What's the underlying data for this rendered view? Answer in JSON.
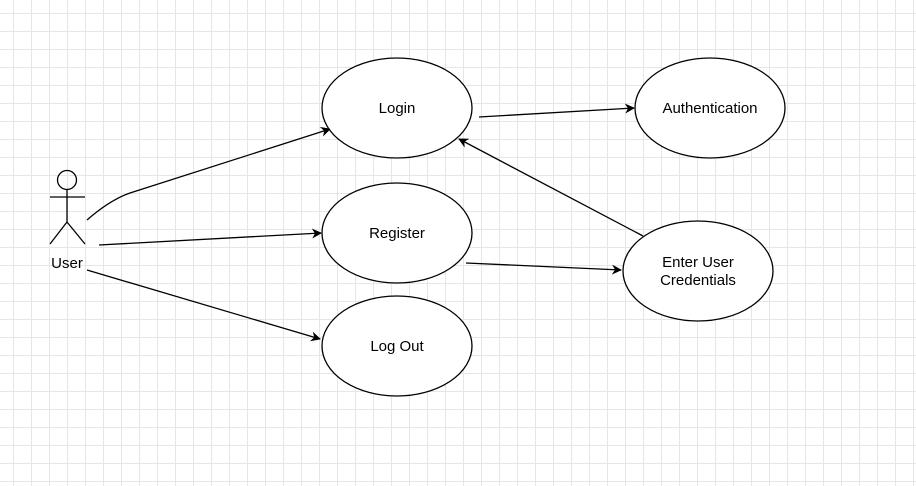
{
  "diagram": {
    "type": "use-case",
    "actor": {
      "label": "User"
    },
    "use_cases": {
      "login": "Login",
      "authentication": "Authentication",
      "register": "Register",
      "log_out": "Log Out",
      "credentials_line1": "Enter User",
      "credentials_line2": "Credentials"
    },
    "relations": [
      {
        "from": "User",
        "to": "Login"
      },
      {
        "from": "User",
        "to": "Register"
      },
      {
        "from": "User",
        "to": "Log Out"
      },
      {
        "from": "Login",
        "to": "Authentication"
      },
      {
        "from": "Register",
        "to": "Enter User Credentials"
      },
      {
        "from": "Enter User Credentials",
        "to": "Login"
      }
    ],
    "colors": {
      "stroke": "#000000",
      "fill": "#ffffff",
      "grid": "#e6e6e6"
    }
  }
}
